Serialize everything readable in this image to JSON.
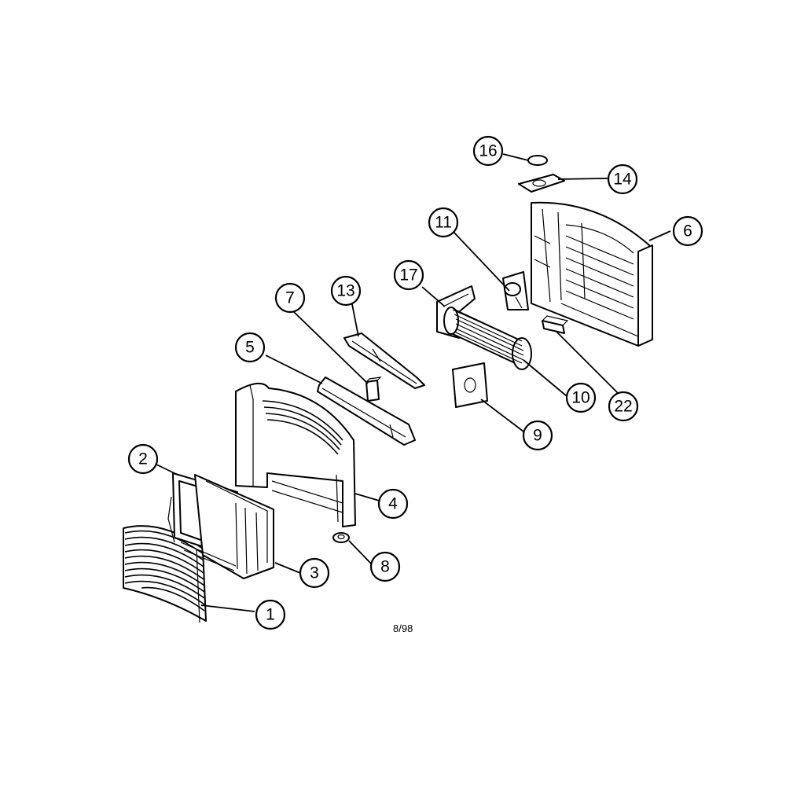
{
  "diagram": {
    "date_code": "8/98",
    "callouts": [
      {
        "label": "1",
        "part": "front-grille"
      },
      {
        "label": "2",
        "part": "filter-frame"
      },
      {
        "label": "3",
        "part": "filter-holder"
      },
      {
        "label": "4",
        "part": "front-cabinet"
      },
      {
        "label": "5",
        "part": "top-duct"
      },
      {
        "label": "6",
        "part": "rear-cabinet"
      },
      {
        "label": "7",
        "part": "small-block"
      },
      {
        "label": "8",
        "part": "foot"
      },
      {
        "label": "9",
        "part": "motor-bracket"
      },
      {
        "label": "10",
        "part": "blower-wheel"
      },
      {
        "label": "11",
        "part": "motor-mount"
      },
      {
        "label": "13",
        "part": "baffle"
      },
      {
        "label": "14",
        "part": "top-plate"
      },
      {
        "label": "16",
        "part": "cap"
      },
      {
        "label": "17",
        "part": "blower-housing"
      },
      {
        "label": "22",
        "part": "switch-block"
      }
    ]
  }
}
